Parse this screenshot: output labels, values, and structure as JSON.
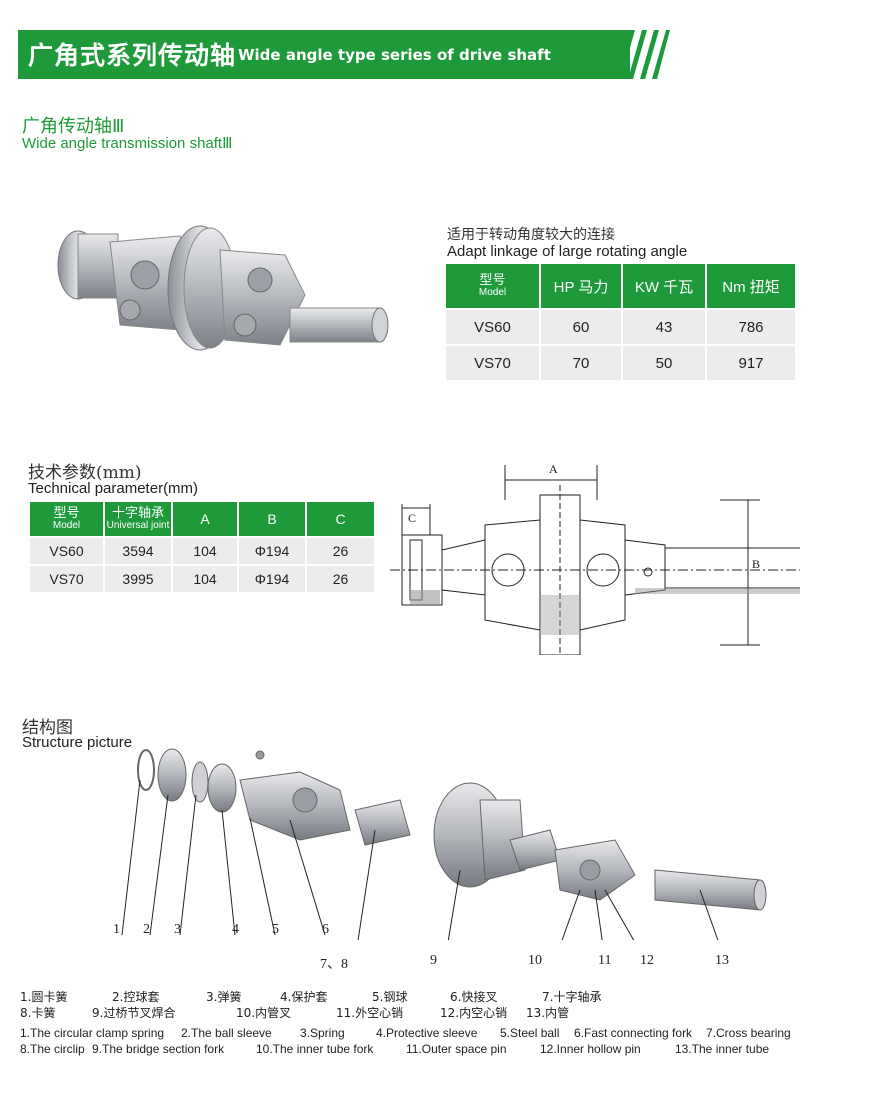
{
  "header": {
    "title_zh": "广角式系列传动轴",
    "title_en": "Wide angle type series of drive shaft"
  },
  "product": {
    "name_zh": "广角传动轴Ⅲ",
    "name_en": "Wide angle transmission shaftⅢ"
  },
  "spec": {
    "caption_zh": "适用于转动角度较大的连接",
    "caption_en": "Adapt linkage of large rotating  angle",
    "headers": [
      {
        "zh": "型号",
        "en": "Model"
      },
      {
        "label": "HP 马力"
      },
      {
        "label": "KW 千瓦"
      },
      {
        "label": "Nm 扭矩"
      }
    ],
    "rows": [
      [
        "VS60",
        "60",
        "43",
        "786"
      ],
      [
        "VS70",
        "70",
        "50",
        "917"
      ]
    ]
  },
  "technical": {
    "title_zh": "技术参数(mm)",
    "title_en": "Technical parameter(mm)",
    "headers": [
      {
        "zh": "型号",
        "en": "Model"
      },
      {
        "zh": "十字轴承",
        "en": "Universal joint"
      },
      {
        "label": "A"
      },
      {
        "label": "B"
      },
      {
        "label": "C"
      }
    ],
    "rows": [
      [
        "VS60",
        "3594",
        "104",
        "Φ194",
        "26"
      ],
      [
        "VS70",
        "3995",
        "104",
        "Φ194",
        "26"
      ]
    ]
  },
  "drawing": {
    "dim_a": "A",
    "dim_b": "B",
    "dim_c": "C"
  },
  "structure": {
    "title_zh": "结构图",
    "title_en": "Structure picture",
    "callouts": [
      "1",
      "2",
      "3",
      "4",
      "5",
      "6",
      "7、8",
      "9",
      "10",
      "11",
      "12",
      "13"
    ],
    "legend_zh_row1": [
      "1.圆卡簧",
      "2.控球套",
      "3.弹簧",
      "4.保护套",
      "5.钢球",
      "6.快接叉",
      "7.十字轴承"
    ],
    "legend_zh_row2": [
      "8.卡簧",
      "9.过桥节叉焊合",
      "10.内管叉",
      "11.外空心销",
      "12.内空心销",
      "13.内管"
    ],
    "legend_en_row1": [
      "1.The circular clamp spring",
      "2.The ball sleeve",
      "3.Spring",
      "4.Protective sleeve",
      "5.Steel ball",
      "6.Fast connecting fork",
      "7.Cross bearing"
    ],
    "legend_en_row2": [
      "8.The circlip",
      "9.The bridge section fork",
      "10.The inner tube fork",
      "11.Outer space pin",
      "12.Inner hollow pin",
      "13.The inner tube"
    ]
  },
  "colors": {
    "accent": "#1f9a3a",
    "cell": "#ececec"
  }
}
